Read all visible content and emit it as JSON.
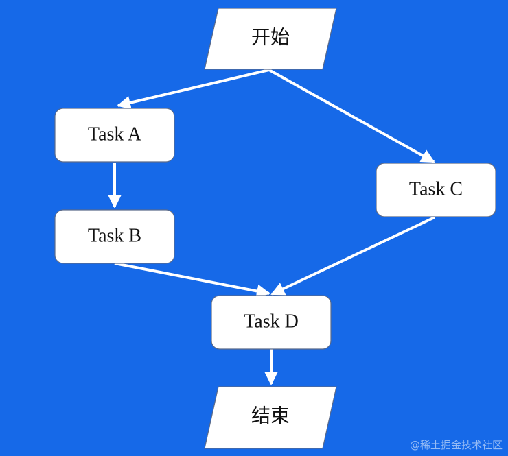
{
  "nodes": {
    "start": {
      "label": "开始",
      "shape": "parallelogram"
    },
    "task_a": {
      "label": "Task A",
      "shape": "rounded-rect"
    },
    "task_b": {
      "label": "Task B",
      "shape": "rounded-rect"
    },
    "task_c": {
      "label": "Task C",
      "shape": "rounded-rect"
    },
    "task_d": {
      "label": "Task D",
      "shape": "rounded-rect"
    },
    "end": {
      "label": "结束",
      "shape": "parallelogram"
    }
  },
  "edges": [
    {
      "from": "start",
      "to": "task_a"
    },
    {
      "from": "start",
      "to": "task_c"
    },
    {
      "from": "task_a",
      "to": "task_b"
    },
    {
      "from": "task_b",
      "to": "task_d"
    },
    {
      "from": "task_c",
      "to": "task_d"
    },
    {
      "from": "task_d",
      "to": "end"
    }
  ],
  "watermark": "@稀土掘金技术社区",
  "colors": {
    "background": "#1669E8",
    "node_fill": "#FFFFFF",
    "node_stroke": "#5A6A8A",
    "edge": "#FFFFFF",
    "text": "#111111"
  }
}
